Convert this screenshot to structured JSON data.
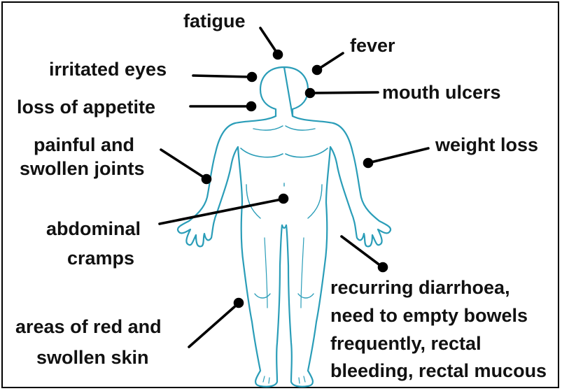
{
  "labels": {
    "fatigue": "fatigue",
    "fever": "fever",
    "irritated_eyes": "irritated eyes",
    "mouth_ulcers": "mouth ulcers",
    "loss_of_appetite": "loss of appetite",
    "weight_loss": "weight loss",
    "painful_joints": [
      "painful and",
      "swollen joints"
    ],
    "abdominal_cramps": [
      "abdominal",
      "cramps"
    ],
    "recurring_diarrhoea": [
      "recurring diarrhoea,",
      "need to empty bowels",
      "frequently, rectal",
      "bleeding, rectal mucous"
    ],
    "red_swollen_skin": [
      "areas of red and",
      "swollen skin"
    ]
  },
  "colors": {
    "body_outline": "#2a9db8",
    "leader_line": "#000000",
    "text": "#111111"
  }
}
